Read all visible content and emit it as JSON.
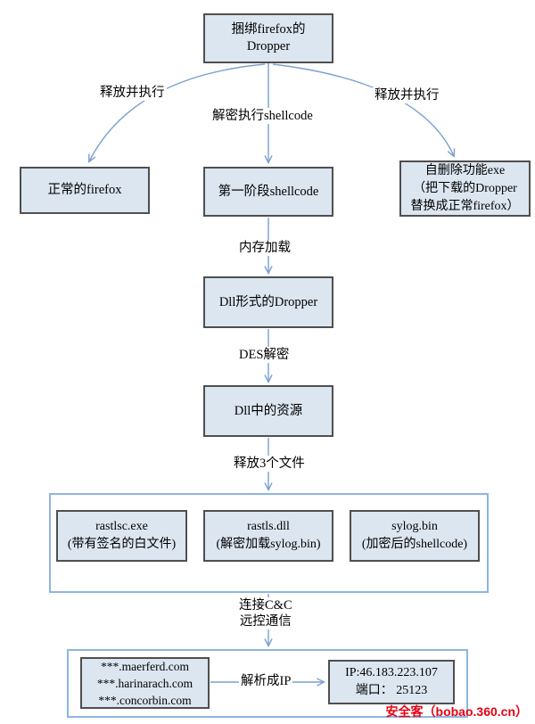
{
  "colors": {
    "node_fill": "#dce6f1",
    "node_border": "#4f4f4f",
    "arrow_line": "#7ba0cd",
    "container_border": "#8eb4e3",
    "watermark_red": "#e60012"
  },
  "nodes": {
    "dropper": {
      "lines": [
        "捆绑firefox的",
        "Dropper"
      ]
    },
    "normal_firefox": {
      "label": "正常的firefox"
    },
    "stage1_shellcode": {
      "label": "第一阶段shellcode"
    },
    "self_delete_exe": {
      "lines": [
        "自删除功能exe",
        "（把下载的Dropper",
        "替换成正常firefox）"
      ]
    },
    "dll_dropper": {
      "label": "Dll形式的Dropper"
    },
    "dll_resource": {
      "label": "Dll中的资源"
    },
    "rastlsc_exe": {
      "lines": [
        "rastlsc.exe",
        "(带有签名的白文件)"
      ]
    },
    "rastls_dll": {
      "lines": [
        "rastls.dll",
        "(解密加载sylog.bin)"
      ]
    },
    "sylog_bin": {
      "lines": [
        "sylog.bin",
        "(加密后的shellcode)"
      ]
    },
    "cc_domains": {
      "lines": [
        "***.maerferd.com",
        "***.harinarach.com",
        "***.concorbin.com"
      ]
    },
    "cc_ip": {
      "lines": [
        "IP:46.183.223.107",
        "端口： 25123"
      ]
    }
  },
  "edge_labels": {
    "release_exec_left": "释放并执行",
    "decrypt_exec_shellcode": "解密执行shellcode",
    "release_exec_right": "释放并执行",
    "memory_load": "内存加载",
    "des_decrypt": "DES解密",
    "release_3_files": "释放3个文件",
    "connect_cc": {
      "lines": [
        "连接C&C",
        "远控通信"
      ]
    },
    "resolve_to_ip": "解析成IP"
  },
  "watermark": "安全客（bobao.360.cn）"
}
